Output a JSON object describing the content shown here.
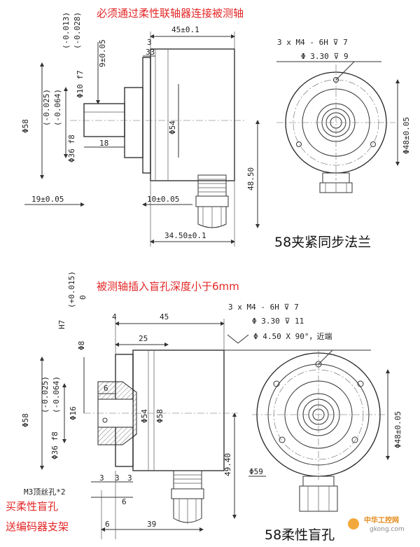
{
  "top": {
    "note": "必须通过柔性联轴器连接被测轴",
    "caption": "58夹紧同步法兰",
    "dims": {
      "tol_shaft": "(-0.013)",
      "tol_shaft2": "(-0.028)",
      "shaft_dia": "Φ10 f7",
      "d9": "9±0.05",
      "len45": "45±0.1",
      "d3": "3",
      "d33": "33",
      "dia58": "Φ58",
      "tol_spig": "(-0.025)",
      "tol_spig2": "(-0.064)",
      "dia36": "Φ36 f8",
      "dia54": "Φ54",
      "d18": "18",
      "d19": "19±0.05",
      "d10": "10±0.05",
      "d4850": "48.50",
      "d3450": "34.50±0.1",
      "holes": "3 x  M4 - 6H ⊽ 7",
      "holes2": "Φ 3.30 ⊽ 9",
      "pcd48": "Φ48±0.05"
    }
  },
  "bottom": {
    "note": "被测轴插入盲孔深度小于6mm",
    "caption": "58柔性盲孔",
    "side_note": "买柔性盲孔",
    "side_note2": "送编码器支架",
    "dims": {
      "h7": "H7",
      "tol_bore": "(+0.015)",
      "tol_bore2": "0",
      "dia8": "Φ8",
      "d4": "4",
      "d45": "45",
      "d25": "25",
      "d6": "6",
      "dia16": "Φ16",
      "dia58": "Φ58",
      "dia54": "Φ54",
      "dia58b": "Φ58",
      "tol_spig": "(-0.025)",
      "tol_spig2": "(-0.064)",
      "dia36": "Φ36 f8",
      "d4940": "49.40",
      "setscrew": "M3顶丝孔*2",
      "d3a": "3",
      "d3b": "3",
      "d3c": "3",
      "d6b": "6",
      "d6c": "6",
      "d39": "39",
      "holes": "3 x  M4 - 6H ⊽ 7",
      "holes2": "Φ 3.30 ⊽ 11",
      "chamfer": "Φ 4.50 X 90°，近端",
      "pcd48": "Φ48±0.05",
      "dia59": "Φ59"
    }
  },
  "watermark": {
    "brand": "中华工控网",
    "url": "gkong.com"
  }
}
